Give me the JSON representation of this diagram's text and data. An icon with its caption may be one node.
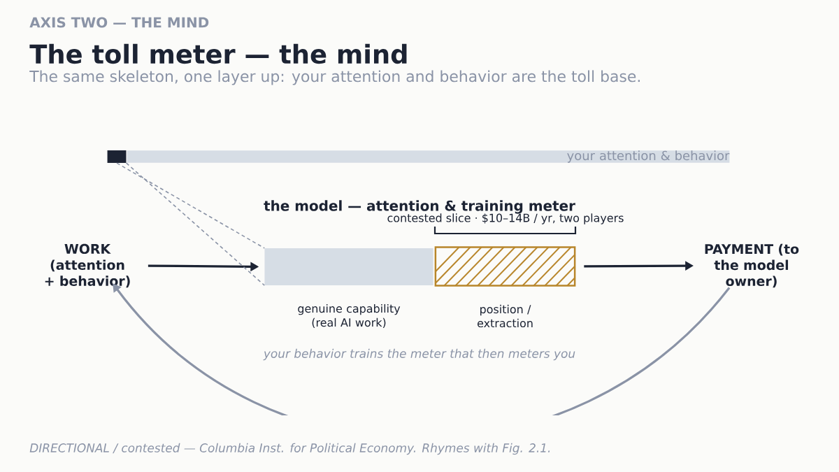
{
  "diagram": {
    "title": "The toll meter — the mind",
    "caption": "DIRECTIONAL / contested — Columbia Inst. for Political Economy. Rhymes with Fig. 2.1.",
    "nodes": [
      {
        "text": [
          "WORK (attention + behavior)"
        ]
      },
      {
        "text": [],
        "shape": "bar",
        "beside": [
          "genuine capability (real AI work)"
        ]
      },
      {
        "text": [],
        "shape": "bar",
        "beside": [
          "position / extraction"
        ]
      },
      {
        "text": [
          "PAYMENT (to the model owner)"
        ]
      },
      {
        "text": [],
        "shape": "box"
      },
      {
        "text": [
          "your attention & behavior"
        ]
      }
    ],
    "edges": [
      {
        "from": 0,
        "to": 1,
        "arrow": "to",
        "color": "#1c2333"
      },
      {
        "from": 2,
        "to": 3,
        "arrow": "to",
        "color": "#1c2333"
      },
      {
        "from": 3,
        "to": 0,
        "arrow": "to",
        "label": "your behavior trains the meter that then meters you",
        "color": "#8a93a6"
      },
      {
        "from": 4,
        "to": 1,
        "arrow": "none",
        "style": "dashed",
        "color": "#8a93a6"
      },
      {
        "from": 4,
        "to": 1,
        "arrow": "none",
        "style": "dashed",
        "color": "#8a93a6"
      }
    ],
    "labels": [
      "AXIS TWO — THE MIND",
      "The same skeleton, one layer up: your attention and behavior are the toll base.",
      "the model — attention & training meter",
      "contested slice  ·  $10–14B / yr, two players"
    ]
  }
}
